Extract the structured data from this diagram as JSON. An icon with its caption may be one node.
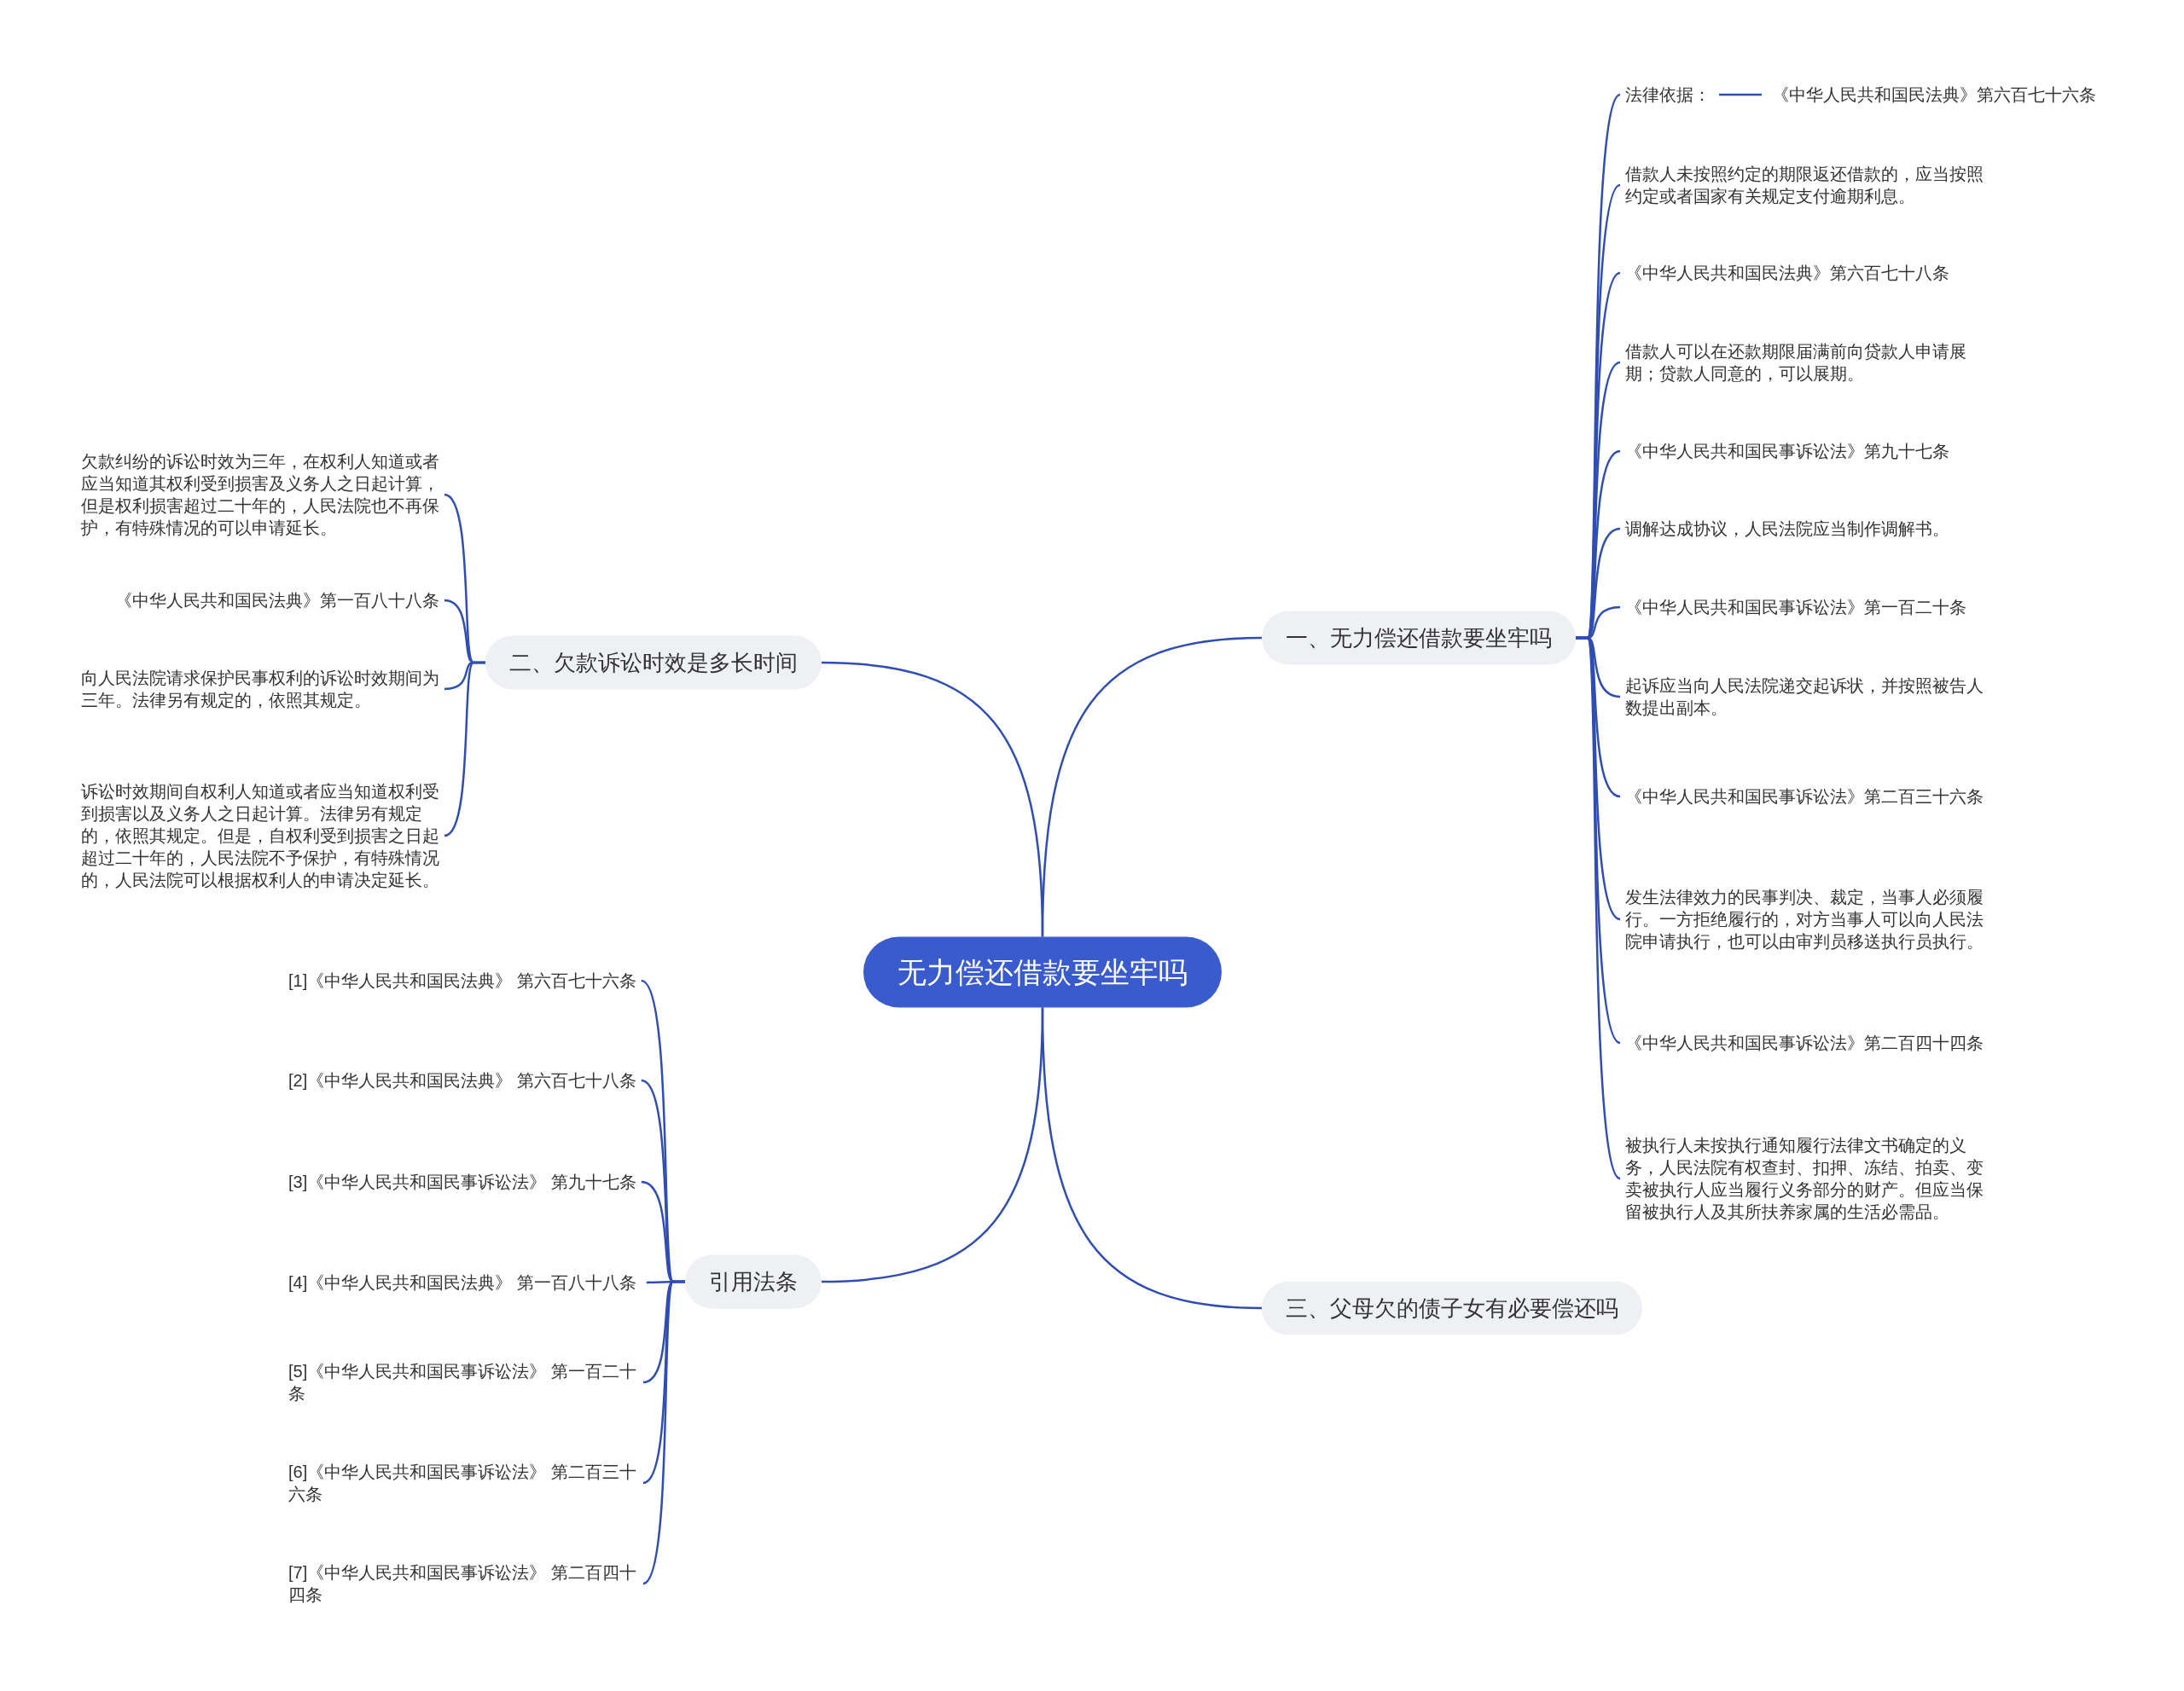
{
  "diagram": {
    "nodes": [
      {
        "text": [
          "无力偿还借款要坐牢吗"
        ]
      },
      {
        "text": [
          "一、无力偿还借款要坐牢吗"
        ]
      },
      {
        "text": [
          "法律依据："
        ]
      },
      {
        "text": [
          "《中华人民共和国民法典》第六百七十六条"
        ]
      },
      {
        "text": [
          "借款人未按照约定的期限返还借款的，应当按照约定或者国家有关规定支付逾期利息。"
        ]
      },
      {
        "text": [
          "《中华人民共和国民法典》第六百七十八条"
        ]
      },
      {
        "text": [
          "借款人可以在还款期限届满前向贷款人申请展期；贷款人同意的，可以展期。"
        ]
      },
      {
        "text": [
          "《中华人民共和国民事诉讼法》第九十七条"
        ]
      },
      {
        "text": [
          "调解达成协议，人民法院应当制作调解书。"
        ]
      },
      {
        "text": [
          "《中华人民共和国民事诉讼法》第一百二十条"
        ]
      },
      {
        "text": [
          "起诉应当向人民法院递交起诉状，并按照被告人数提出副本。"
        ]
      },
      {
        "text": [
          "《中华人民共和国民事诉讼法》第二百三十六条"
        ]
      },
      {
        "text": [
          "发生法律效力的民事判决、裁定，当事人必须履行。一方拒绝履行的，对方当事人可以向人民法院申请执行，也可以由审判员移送执行员执行。"
        ]
      },
      {
        "text": [
          "《中华人民共和国民事诉讼法》第二百四十四条"
        ]
      },
      {
        "text": [
          "被执行人未按执行通知履行法律文书确定的义务，人民法院有权查封、扣押、冻结、拍卖、变卖被执行人应当履行义务部分的财产。但应当保留被执行人及其所扶养家属的生活必需品。"
        ]
      },
      {
        "text": [
          "二、欠款诉讼时效是多长时间"
        ]
      },
      {
        "text": [
          "欠款纠纷的诉讼时效为三年，在权利人知道或者应当知道其权利受到损害及义务人之日起计算，但是权利损害超过二十年的，人民法院也不再保护，有特殊情况的可以申请延长。"
        ]
      },
      {
        "text": [
          "《中华人民共和国民法典》第一百八十八条"
        ]
      },
      {
        "text": [
          "向人民法院请求保护民事权利的诉讼时效期间为三年。法律另有规定的，依照其规定。"
        ]
      },
      {
        "text": [
          "诉讼时效期间自权利人知道或者应当知道权利受到损害以及义务人之日起计算。法律另有规定的，依照其规定。但是，自权利受到损害之日起超过二十年的，人民法院不予保护，有特殊情况的，人民法院可以根据权利人的申请决定延长。"
        ]
      },
      {
        "text": [
          "引用法条"
        ]
      },
      {
        "text": [
          "[1]《中华人民共和国民法典》 第六百七十六条"
        ]
      },
      {
        "text": [
          "[2]《中华人民共和国民法典》 第六百七十八条"
        ]
      },
      {
        "text": [
          "[3]《中华人民共和国民事诉讼法》 第九十七条"
        ]
      },
      {
        "text": [
          "[4]《中华人民共和国民法典》 第一百八十八条"
        ]
      },
      {
        "text": [
          "[5]《中华人民共和国民事诉讼法》 第一百二十条"
        ]
      },
      {
        "text": [
          "[6]《中华人民共和国民事诉讼法》 第二百三十六条"
        ]
      },
      {
        "text": [
          "[7]《中华人民共和国民事诉讼法》 第二百四十四条"
        ]
      },
      {
        "text": [
          "三、父母欠的债子女有必要偿还吗"
        ]
      }
    ],
    "edges": [
      {
        "from": 0,
        "to": 1,
        "arrow": "none"
      },
      {
        "from": 1,
        "to": 2,
        "arrow": "none"
      },
      {
        "from": 2,
        "to": 3,
        "arrow": "none"
      },
      {
        "from": 1,
        "to": 4,
        "arrow": "none"
      },
      {
        "from": 1,
        "to": 5,
        "arrow": "none"
      },
      {
        "from": 1,
        "to": 6,
        "arrow": "none"
      },
      {
        "from": 1,
        "to": 7,
        "arrow": "none"
      },
      {
        "from": 1,
        "to": 8,
        "arrow": "none"
      },
      {
        "from": 1,
        "to": 9,
        "arrow": "none"
      },
      {
        "from": 1,
        "to": 10,
        "arrow": "none"
      },
      {
        "from": 1,
        "to": 11,
        "arrow": "none"
      },
      {
        "from": 1,
        "to": 12,
        "arrow": "none"
      },
      {
        "from": 1,
        "to": 13,
        "arrow": "none"
      },
      {
        "from": 1,
        "to": 14,
        "arrow": "none"
      },
      {
        "from": 0,
        "to": 15,
        "arrow": "none"
      },
      {
        "from": 15,
        "to": 16,
        "arrow": "none"
      },
      {
        "from": 15,
        "to": 17,
        "arrow": "none"
      },
      {
        "from": 15,
        "to": 18,
        "arrow": "none"
      },
      {
        "from": 15,
        "to": 19,
        "arrow": "none"
      },
      {
        "from": 0,
        "to": 20,
        "arrow": "none"
      },
      {
        "from": 20,
        "to": 21,
        "arrow": "none"
      },
      {
        "from": 20,
        "to": 22,
        "arrow": "none"
      },
      {
        "from": 20,
        "to": 23,
        "arrow": "none"
      },
      {
        "from": 20,
        "to": 24,
        "arrow": "none"
      },
      {
        "from": 20,
        "to": 25,
        "arrow": "none"
      },
      {
        "from": 20,
        "to": 26,
        "arrow": "none"
      },
      {
        "from": 20,
        "to": 27,
        "arrow": "none"
      },
      {
        "from": 0,
        "to": 28,
        "arrow": "none"
      }
    ]
  }
}
